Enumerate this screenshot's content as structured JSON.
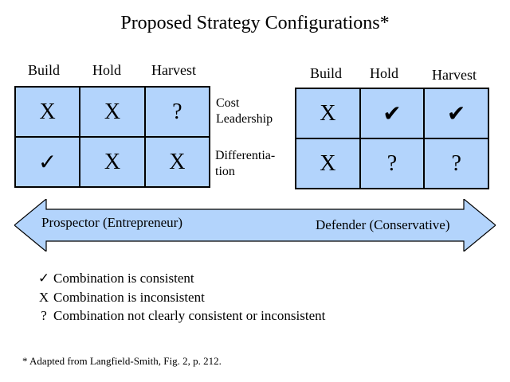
{
  "title": "Proposed Strategy Configurations*",
  "columns": [
    "Build",
    "Hold",
    "Harvest"
  ],
  "rows": [
    "Cost Leadership",
    "Differentiation"
  ],
  "row_label_lines": {
    "cost": [
      "Cost",
      "Leadership"
    ],
    "diff": [
      "Differentia-",
      "tion"
    ]
  },
  "left_grid": [
    [
      "X",
      "X",
      "?"
    ],
    [
      "✓",
      "X",
      "X"
    ]
  ],
  "right_grid": [
    [
      "X",
      "✔",
      "✔"
    ],
    [
      "X",
      "?",
      "?"
    ]
  ],
  "arrow": {
    "left_label": "Prospector (Entrepreneur)",
    "right_label": "Defender (Conservative)"
  },
  "legend": [
    {
      "symbol": "✓",
      "text": "Combination is consistent"
    },
    {
      "symbol": "X",
      "text": "Combination is inconsistent"
    },
    {
      "symbol": "?",
      "text": "Combination not clearly consistent or inconsistent"
    }
  ],
  "footnote": "* Adapted from Langfield-Smith, Fig. 2, p. 212.",
  "colors": {
    "cell_fill": "#b3d4fc",
    "arrow_fill": "#b3d4fc",
    "border": "#000000"
  }
}
